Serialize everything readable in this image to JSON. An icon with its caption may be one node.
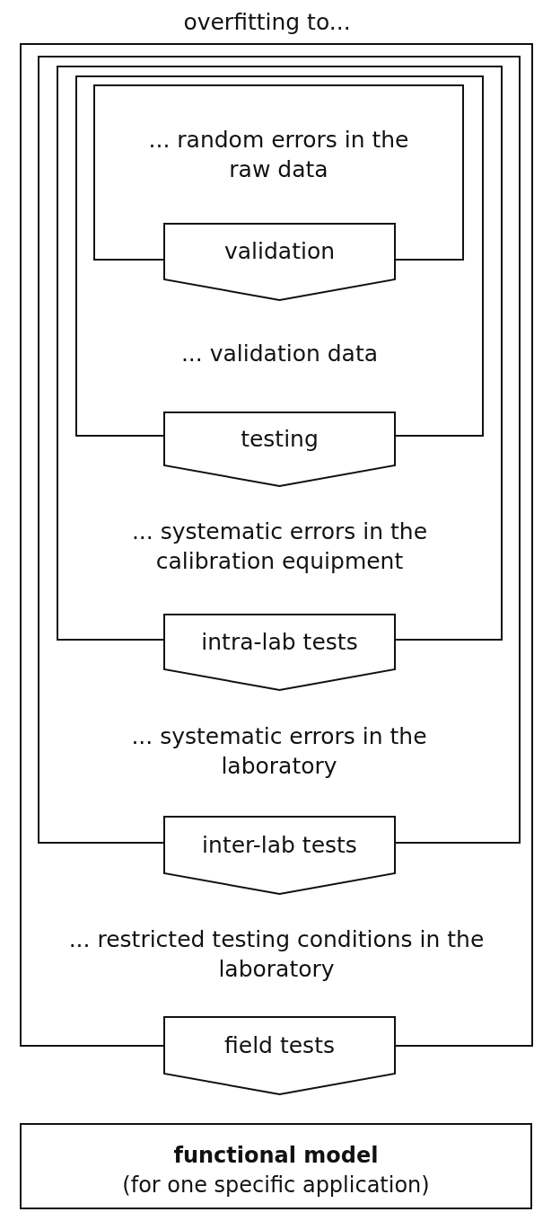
{
  "diagram": {
    "title": "overfitting to...",
    "nodes": [
      {
        "text": [
          "... restricted testing conditions in the laboratory"
        ]
      },
      {
        "text": [
          "... systematic errors in the laboratory"
        ],
        "in": 0
      },
      {
        "text": [
          "... systematic errors in the calibration equipment"
        ],
        "in": 1
      },
      {
        "text": [
          "... validation data"
        ],
        "in": 2
      },
      {
        "text": [
          "... random errors in the raw data"
        ],
        "in": 3
      },
      {
        "text": [
          "validation"
        ],
        "in": 3
      },
      {
        "text": [
          "testing"
        ],
        "in": 2
      },
      {
        "text": [
          "intra-lab tests"
        ],
        "in": 1
      },
      {
        "text": [
          "inter-lab tests"
        ],
        "in": 0
      },
      {
        "text": [
          "field tests"
        ]
      },
      {
        "text": [
          "functional model",
          "(for one specific application)"
        ]
      }
    ]
  }
}
